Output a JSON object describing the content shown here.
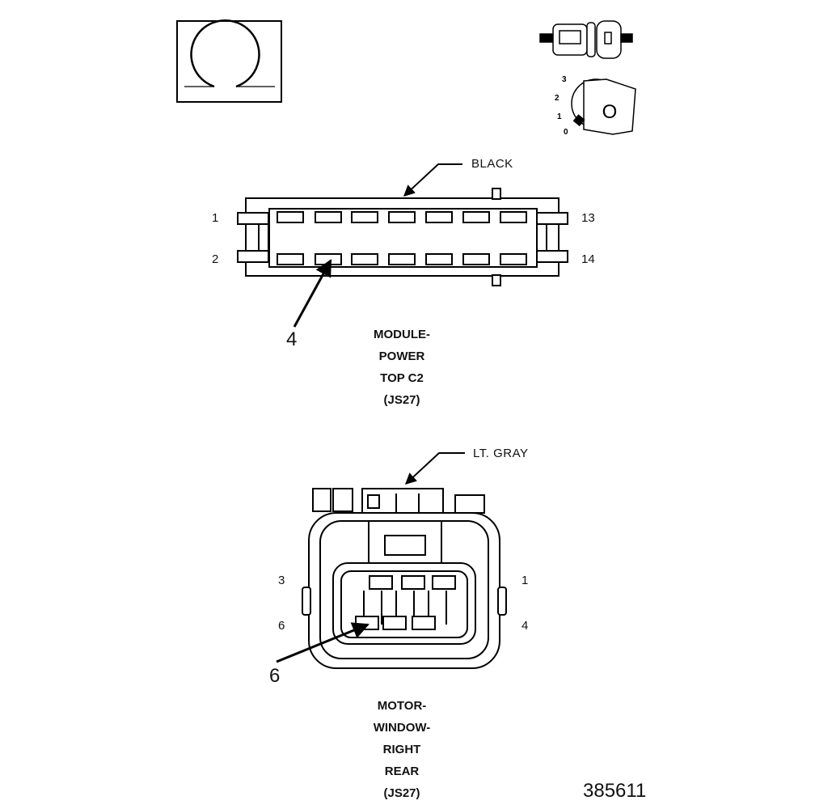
{
  "connector1": {
    "color_label": "BLACK",
    "pins": {
      "top_left": "1",
      "bottom_left": "2",
      "top_right": "13",
      "bottom_right": "14"
    },
    "callout_pin": "4",
    "title_lines": [
      "MODULE-",
      "POWER",
      "TOP C2",
      "(JS27)"
    ]
  },
  "connector2": {
    "color_label": "LT. GRAY",
    "pins": {
      "top_left": "3",
      "bottom_left": "6",
      "top_right": "1",
      "bottom_right": "4"
    },
    "callout_pin": "6",
    "title_lines": [
      "MOTOR-",
      "WINDOW-",
      "RIGHT",
      "REAR",
      "(JS27)"
    ]
  },
  "ignition_positions": [
    "3",
    "2",
    "1",
    "0"
  ],
  "key_glyph": "O",
  "figure_number": "385611"
}
